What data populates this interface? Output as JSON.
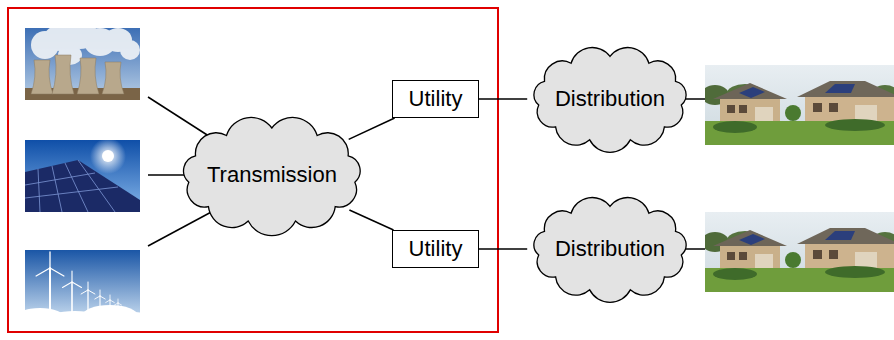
{
  "diagram": {
    "nodes": [
      {
        "text": [
          "Transmission"
        ]
      },
      {
        "text": [
          "Utility"
        ]
      },
      {
        "text": [
          "Distribution"
        ]
      },
      {
        "text": [
          "Utility"
        ]
      },
      {
        "text": [
          "Distribution"
        ]
      }
    ],
    "edges": [
      {
        "from": 0,
        "to": 1,
        "arrow": "none"
      },
      {
        "from": 1,
        "to": 2,
        "arrow": "none"
      },
      {
        "from": 0,
        "to": 3,
        "arrow": "none"
      },
      {
        "from": 3,
        "to": 4,
        "arrow": "none"
      }
    ]
  }
}
